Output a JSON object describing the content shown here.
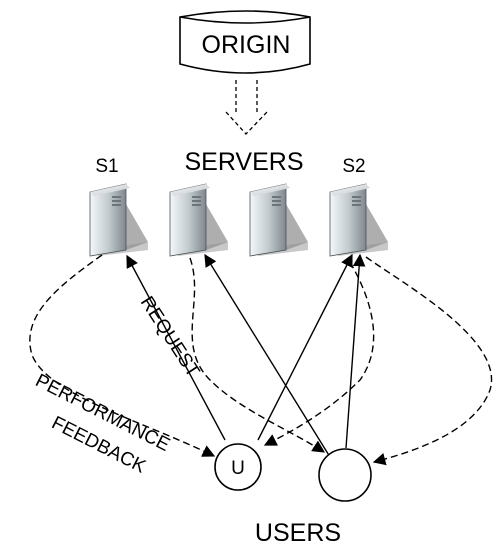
{
  "origin": {
    "label": "ORIGIN"
  },
  "servers": {
    "group_label": "SERVERS",
    "s1_label": "S1",
    "s2_label": "S2",
    "icon": "server-tower-icon"
  },
  "users": {
    "group_label": "USERS",
    "user_u_label": "U",
    "icon": "user-circle-icon"
  },
  "edges": {
    "request_label": "REQUEST",
    "feedback_label_line1": "PERFORMANCE",
    "feedback_label_line2": "FEEDBACK",
    "request_style": "solid-arrow",
    "feedback_style": "dashed-arrow",
    "replication_style": "double-dashed-arrow"
  }
}
